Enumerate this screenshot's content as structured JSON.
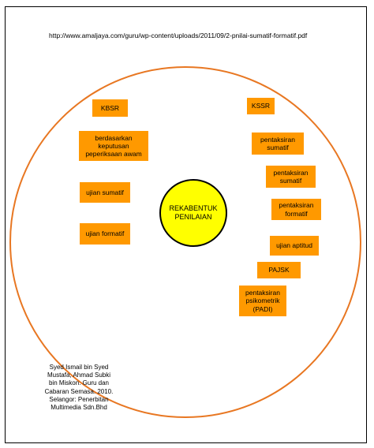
{
  "source_url": "http://www.amaljaya.com/guru/wp-content/uploads/2011/09/2-pnilai-sumatif-formatif.pdf",
  "center": {
    "line1": "REKABENTUK",
    "line2": "PENILAIAN"
  },
  "left_boxes": [
    {
      "line1": "KBSR"
    },
    {
      "line1": "berdasarkan",
      "line2": "keputusan",
      "line3": "peperiksaan awam"
    },
    {
      "line1": "ujian sumatif"
    },
    {
      "line1": "ujian formatif"
    }
  ],
  "right_boxes": [
    {
      "line1": "KSSR"
    },
    {
      "line1": "pentaksiran",
      "line2": "sumatif"
    },
    {
      "line1": "pentaksiran",
      "line2": "sumatif"
    },
    {
      "line1": "pentaksiran",
      "line2": "formatif"
    },
    {
      "line1": "ujian aptitud"
    },
    {
      "line1": "PAJSK"
    },
    {
      "line1": "pentaksiran",
      "line2": "psikometrik",
      "line3": "(PADI)"
    }
  ],
  "citation": {
    "line1": "Syed Ismail bin Syed",
    "line2": "Mustafa, Ahmad Subki",
    "line3": "bin Miskon. Guru dan",
    "line4": "Cabaran Semasa. 2010.",
    "line5": "Selangor: Penerbitan",
    "line6": "Multimedia Sdn.Bhd"
  },
  "colors": {
    "ring": "#e87722",
    "box_fill": "#ff9900",
    "center_fill": "#ffff00"
  }
}
